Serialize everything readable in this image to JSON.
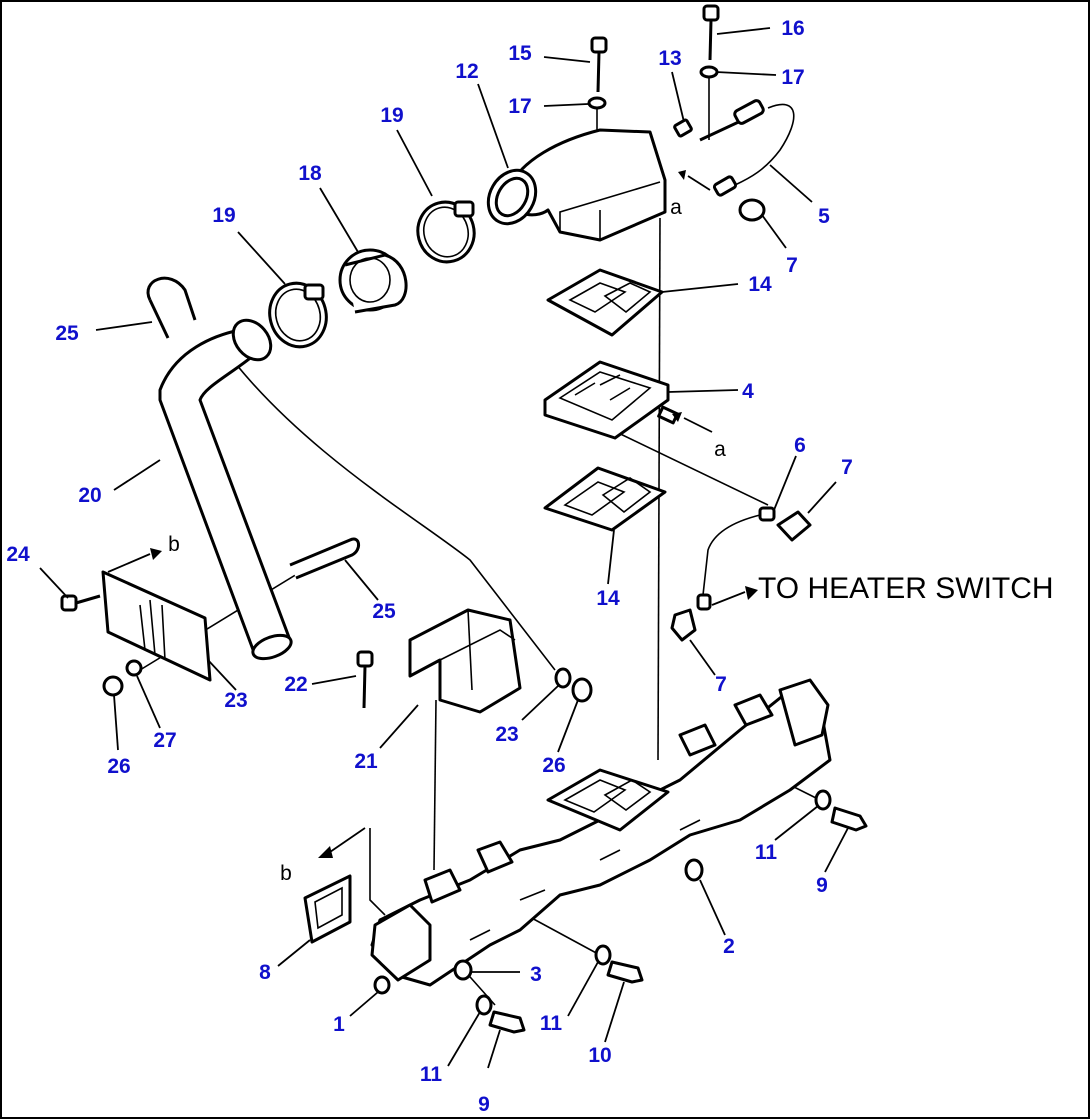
{
  "note": "TO HEATER SWITCH",
  "ref_letters": {
    "a_top": "a",
    "a_mid": "a",
    "b_left": "b",
    "b_bottom": "b"
  },
  "callouts": [
    "16",
    "17",
    "15",
    "17",
    "13",
    "12",
    "19",
    "18",
    "19",
    "5",
    "7",
    "25",
    "14",
    "4",
    "20",
    "6",
    "7",
    "24",
    "25",
    "14",
    "22",
    "7",
    "23",
    "23",
    "27",
    "21",
    "26",
    "26",
    "11",
    "9",
    "2",
    "8",
    "3",
    "1",
    "11",
    "10",
    "11",
    "9"
  ]
}
